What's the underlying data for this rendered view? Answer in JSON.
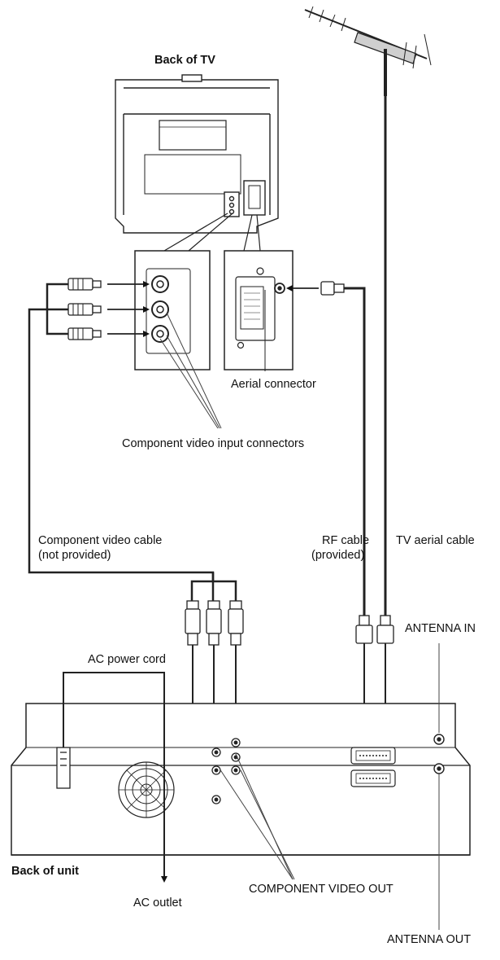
{
  "labels": {
    "back_of_tv": "Back of TV",
    "aerial_connector": "Aerial connector",
    "component_video_input_connectors": "Component video input connectors",
    "component_video_cable_line1": "Component video cable",
    "component_video_cable_line2": "(not provided)",
    "rf_cable_line1": "RF cable",
    "rf_cable_line2": "(provided)",
    "tv_aerial_cable": "TV aerial cable",
    "antenna_in": "ANTENNA IN",
    "ac_power_cord": "AC power cord",
    "back_of_unit": "Back of unit",
    "ac_outlet": "AC outlet",
    "component_video_out": "COMPONENT VIDEO OUT",
    "antenna_out": "ANTENNA OUT"
  }
}
